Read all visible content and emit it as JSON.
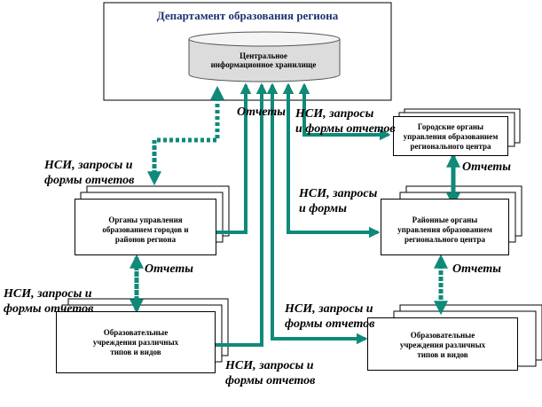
{
  "colors": {
    "arrow": "#0f8a78",
    "title": "#1f3370",
    "border": "#000000"
  },
  "department": {
    "title": "Департамент образования региона",
    "storage": "Центральное\nинформационное хранилище"
  },
  "nodes": {
    "city_bodies": "Городские органы\nуправления образованием\nрегионального центра",
    "municipal_bodies": "Органы управления\nобразованием городов и\nрайонов региона",
    "district_bodies": "Районные органы\nуправления образованием\nрегионального центра",
    "institutions_left": "Образовательные\nучреждения различных\nтипов и видов",
    "institutions_right": "Образовательные\nучреждения различных\nтипов и видов"
  },
  "labels": {
    "reports_center": "Отчеты",
    "nsi_city": "НСИ, запросы\nи формы отчетов",
    "nsi_municipal": "НСИ, запросы и\nформы отчетов",
    "nsi_district": "НСИ, запросы\nи формы",
    "reports_district": "Отчеты",
    "reports_municipal": "Отчеты",
    "reports_right": "Отчеты",
    "nsi_left_inst": "НСИ, запросы и\nформы отчетов",
    "nsi_right_inst": "НСИ, запросы и\nформы отчетов",
    "nsi_bottom": "НСИ, запросы и\nформы отчетов"
  }
}
